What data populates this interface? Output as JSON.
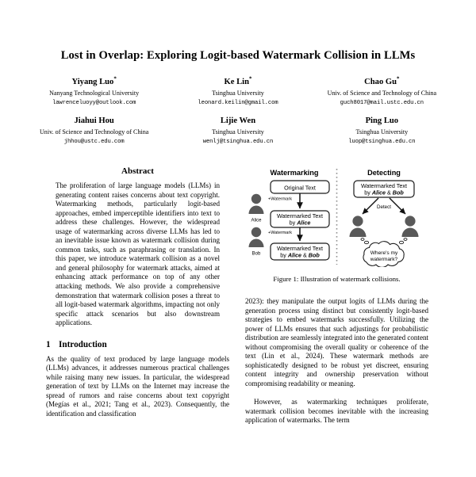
{
  "paper": {
    "title": "Lost in Overlap: Exploring Logit-based Watermark Collision in LLMs",
    "authors": [
      [
        {
          "name": "Yiyang Luo",
          "marker": "*",
          "affiliation": "Nanyang Technological University",
          "email": "lawrenceluoyy@outlook.com"
        },
        {
          "name": "Ke Lin",
          "marker": "*",
          "affiliation": "Tsinghua University",
          "email": "leonard.keilin@gmail.com"
        },
        {
          "name": "Chao Gu",
          "marker": "*",
          "affiliation": "Univ. of Science and Technology of China",
          "email": "guch8017@mail.ustc.edu.cn"
        }
      ],
      [
        {
          "name": "Jiahui Hou",
          "marker": "",
          "affiliation": "Univ. of Science and Technology of China",
          "email": "jhhou@ustc.edu.com"
        },
        {
          "name": "Lijie Wen",
          "marker": "",
          "affiliation": "Tsinghua University",
          "email": "wenlj@tsinghua.edu.cn"
        },
        {
          "name": "Ping Luo",
          "marker": "",
          "affiliation": "Tsinghua University",
          "email": "luop@tsinghua.edu.cn"
        }
      ]
    ],
    "abstract": {
      "heading": "Abstract",
      "text": "The proliferation of large language models (LLMs) in generating content raises concerns about text copyright. Watermarking methods, particularly logit-based approaches, embed imperceptible identifiers into text to address these challenges. However, the widespread usage of watermarking across diverse LLMs has led to an inevitable issue known as watermark collision during common tasks, such as paraphrasing or translation. In this paper, we introduce watermark collision as a novel and general philosophy for watermark attacks, aimed at enhancing attack performance on top of any other attacking methods. We also provide a comprehensive demonstration that watermark collision poses a threat to all logit-based watermark algorithms, impacting not only specific attack scenarios but also downstream applications."
    },
    "introduction": {
      "number": "1",
      "heading": "Introduction",
      "paragraph_1": "As the quality of text produced by large language models (LLMs) advances, it addresses numerous practical challenges while raising many new issues. In particular, the widespread generation of text by LLMs on the Internet may increase the spread of rumors and raise concerns about text copyright (Megías et al., 2021; Tang et al., 2023). Consequently, the identification and classification"
    },
    "right_column": {
      "paragraph_continued": "2023): they manipulate the output logits of LLMs during the generation process using distinct but consistently logit-based strategies to embed watermarks successfully. Utilizing the power of LLMs ensures that such adjustings for probabilistic distribution are seamlessly integrated into the generated content without compromising the overall quality or coherence of the text (Lin et al., 2024). These watermark methods are sophisticatedly designed to be robust yet discreet, ensuring content integrity and ownership preservation without compromising readability or meaning.",
      "paragraph_2": "However, as watermarking techniques proliferate, watermark collision becomes inevitable with the increasing application of watermarks. The term"
    },
    "figure": {
      "caption": "Figure 1: Illustration of watermark collisions.",
      "panel_left_title": "Watermarking",
      "panel_right_title": "Detecting",
      "boxes": {
        "original_text": "Original Text",
        "watermarked_alice_line1": "Watermarked Text",
        "watermarked_alice_line2": "by Alice",
        "watermarked_both_line1": "Watermarked Text",
        "watermarked_both_line2": "by Alice & Bob",
        "detect_source_line1": "Watermarked Text",
        "detect_source_line2": "by Alice & Bob"
      },
      "labels": {
        "add_watermark_1": "+Watermark",
        "add_watermark_2": "+Watermark",
        "detect": "Detect",
        "person_alice": "Alice",
        "person_bob": "Bob",
        "thought_line1": "Where's my",
        "thought_line2": "watermark?"
      },
      "colors": {
        "person_fill": "#595959",
        "box_stroke": "#1a1a1a",
        "divider": "#8c8c8c",
        "text": "#000000"
      }
    }
  }
}
